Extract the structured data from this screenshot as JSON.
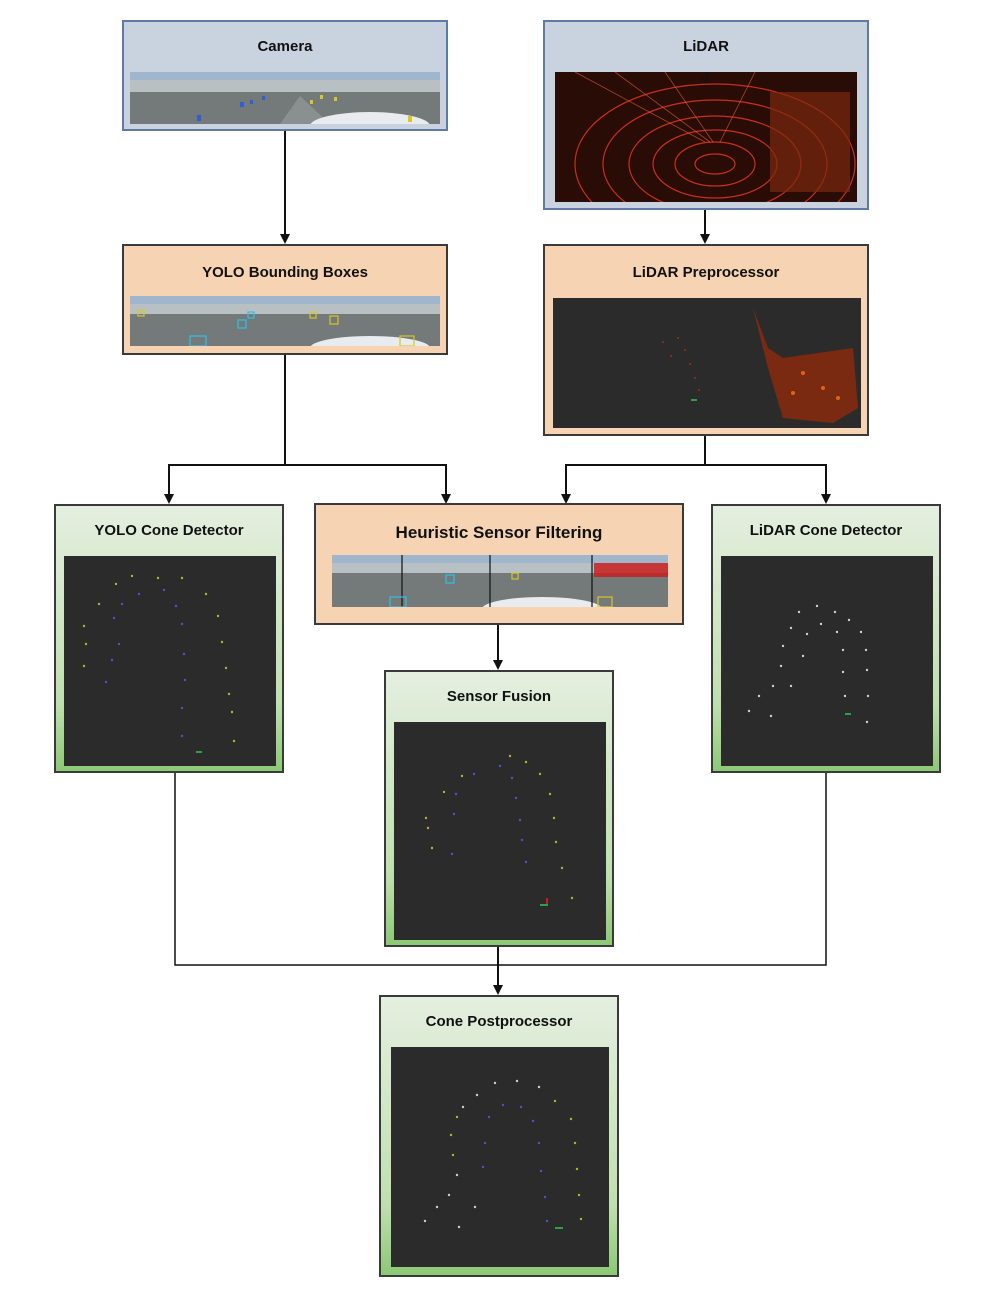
{
  "nodes": {
    "camera": "Camera",
    "lidar": "LiDAR",
    "yolo_boxes": "YOLO Bounding Boxes",
    "lidar_pre": "LiDAR Preprocessor",
    "yolo_detector": "YOLO Cone Detector",
    "heuristic": "Heuristic Sensor Filtering",
    "lidar_detector": "LiDAR Cone Detector",
    "fusion": "Sensor Fusion",
    "post": "Cone Postprocessor"
  },
  "edges": [
    [
      "camera",
      "yolo_boxes"
    ],
    [
      "lidar",
      "lidar_pre"
    ],
    [
      "yolo_boxes",
      "yolo_detector"
    ],
    [
      "yolo_boxes",
      "heuristic"
    ],
    [
      "lidar_pre",
      "heuristic"
    ],
    [
      "lidar_pre",
      "lidar_detector"
    ],
    [
      "heuristic",
      "fusion"
    ],
    [
      "yolo_detector",
      "post"
    ],
    [
      "fusion",
      "post"
    ],
    [
      "lidar_detector",
      "post"
    ]
  ],
  "colors": {
    "sensor_fill": "#c9d2df",
    "sensor_border": "#5f7aa3",
    "processing_fill": "#f6d3b2",
    "detector_fill_top": "#e5efe0",
    "detector_fill_bottom": "#8cc975",
    "thumbnail_bg": "#2b2b2b",
    "cone_yellow": "#b8b030",
    "cone_blue": "#4a55c8",
    "cone_white": "#cfcfcf"
  }
}
